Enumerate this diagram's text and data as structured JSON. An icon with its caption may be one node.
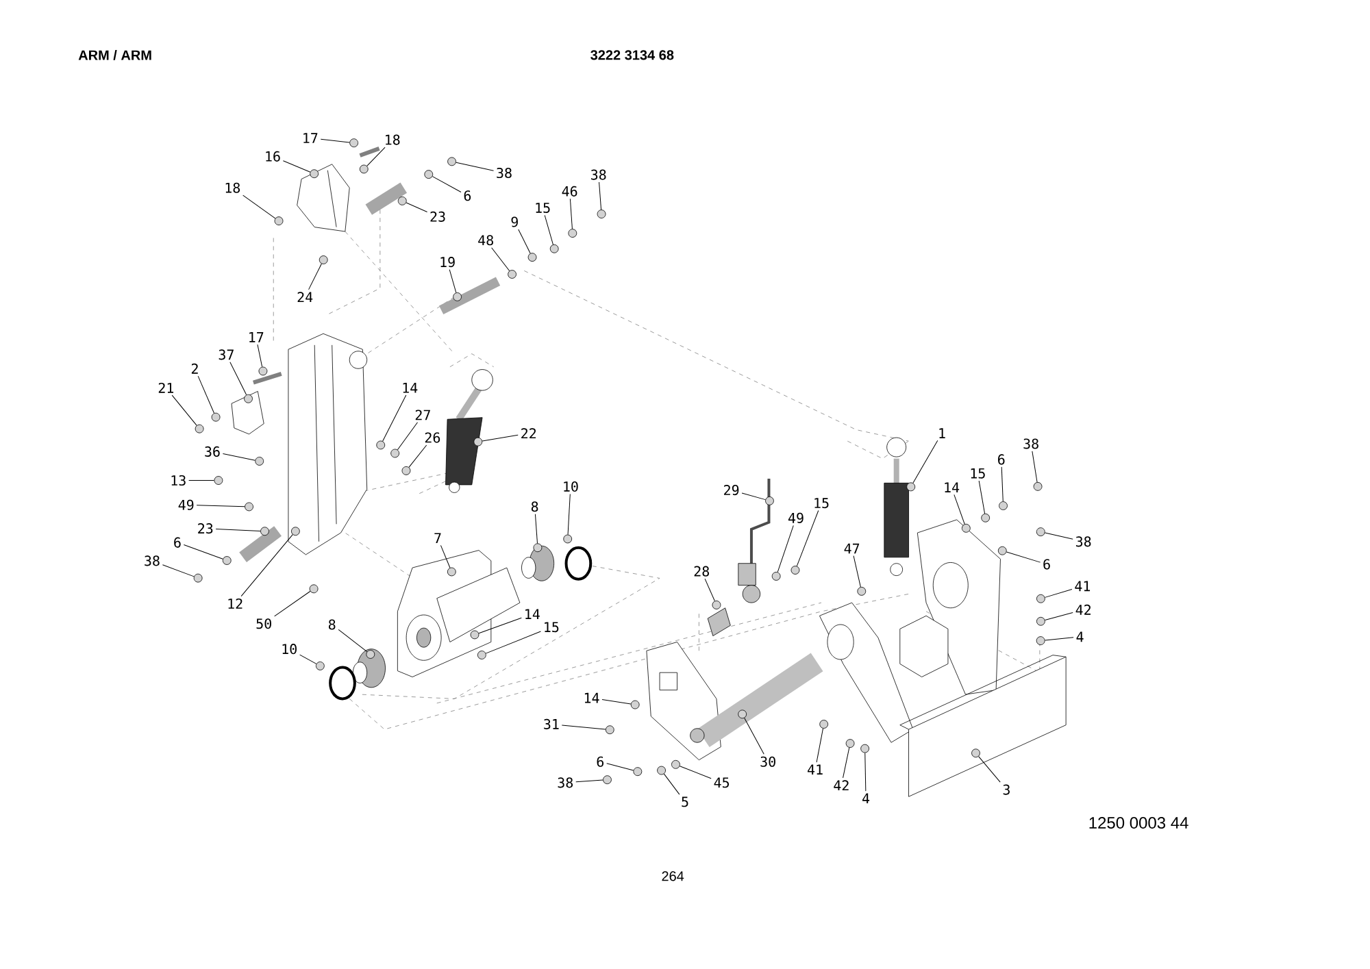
{
  "diagram": {
    "title": "ARM / ARM",
    "nodes": [
      {
        "text": [
          "17"
        ]
      },
      {
        "text": [
          "18"
        ]
      },
      {
        "text": [
          "16"
        ]
      },
      {
        "text": [
          "38"
        ]
      },
      {
        "text": [
          "6"
        ]
      },
      {
        "text": [
          "18"
        ]
      },
      {
        "text": [
          "23"
        ]
      },
      {
        "text": [
          "38"
        ]
      },
      {
        "text": [
          "46"
        ]
      },
      {
        "text": [
          "15"
        ]
      },
      {
        "text": [
          "9"
        ]
      },
      {
        "text": [
          "48"
        ]
      },
      {
        "text": [
          "19"
        ]
      },
      {
        "text": [
          "24"
        ]
      },
      {
        "text": [
          "17"
        ]
      },
      {
        "text": [
          "37"
        ]
      },
      {
        "text": [
          "2"
        ]
      },
      {
        "text": [
          "21"
        ]
      },
      {
        "text": [
          "14"
        ]
      },
      {
        "text": [
          "27"
        ]
      },
      {
        "text": [
          "26"
        ]
      },
      {
        "text": [
          "22"
        ]
      },
      {
        "text": [
          "36"
        ]
      },
      {
        "text": [
          "13"
        ]
      },
      {
        "text": [
          "49"
        ]
      },
      {
        "text": [
          "23"
        ]
      },
      {
        "text": [
          "6"
        ]
      },
      {
        "text": [
          "38"
        ]
      },
      {
        "text": [
          "12"
        ]
      },
      {
        "text": [
          "50"
        ]
      },
      {
        "text": [
          "7"
        ]
      },
      {
        "text": [
          "8"
        ]
      },
      {
        "text": [
          "10"
        ]
      },
      {
        "text": [
          "14"
        ]
      },
      {
        "text": [
          "15"
        ]
      },
      {
        "text": [
          "8"
        ]
      },
      {
        "text": [
          "10"
        ]
      },
      {
        "text": [
          "29"
        ]
      },
      {
        "text": [
          "49"
        ]
      },
      {
        "text": [
          "15"
        ]
      },
      {
        "text": [
          "28"
        ]
      },
      {
        "text": [
          "47"
        ]
      },
      {
        "text": [
          "1"
        ]
      },
      {
        "text": [
          "14"
        ]
      },
      {
        "text": [
          "15"
        ]
      },
      {
        "text": [
          "6"
        ]
      },
      {
        "text": [
          "38"
        ]
      },
      {
        "text": [
          "38"
        ]
      },
      {
        "text": [
          "6"
        ]
      },
      {
        "text": [
          "41"
        ]
      },
      {
        "text": [
          "42"
        ]
      },
      {
        "text": [
          "4"
        ]
      },
      {
        "text": [
          "14"
        ]
      },
      {
        "text": [
          "31"
        ]
      },
      {
        "text": [
          "30"
        ]
      },
      {
        "text": [
          "6"
        ]
      },
      {
        "text": [
          "38"
        ]
      },
      {
        "text": [
          "5"
        ]
      },
      {
        "text": [
          "45"
        ]
      },
      {
        "text": [
          "41"
        ]
      },
      {
        "text": [
          "42"
        ]
      },
      {
        "text": [
          "4"
        ]
      },
      {
        "text": [
          "3"
        ]
      },
      {
        "text": [],
        "shape": "circle"
      },
      {
        "text": [],
        "shape": "circle"
      },
      {
        "text": [],
        "shape": "circle"
      },
      {
        "text": [],
        "shape": "circle"
      },
      {
        "text": [],
        "shape": "circle"
      },
      {
        "text": [],
        "shape": "circle"
      },
      {
        "text": [],
        "shape": "circle"
      },
      {
        "text": [],
        "shape": "circle"
      },
      {
        "text": [],
        "shape": "circle"
      },
      {
        "text": [],
        "shape": "circle"
      },
      {
        "text": [],
        "shape": "circle"
      },
      {
        "text": [],
        "shape": "circle"
      },
      {
        "text": [],
        "shape": "circle"
      },
      {
        "text": [],
        "shape": "circle"
      },
      {
        "text": [],
        "shape": "circle"
      },
      {
        "text": [],
        "shape": "circle"
      },
      {
        "text": [],
        "shape": "circle"
      },
      {
        "text": [],
        "shape": "circle"
      },
      {
        "text": [],
        "shape": "circle"
      },
      {
        "text": [],
        "shape": "circle"
      },
      {
        "text": [],
        "shape": "circle"
      },
      {
        "text": [],
        "shape": "circle"
      },
      {
        "text": [],
        "shape": "circle"
      },
      {
        "text": [],
        "shape": "circle"
      },
      {
        "text": [],
        "shape": "circle"
      },
      {
        "text": [],
        "shape": "circle"
      },
      {
        "text": [],
        "shape": "circle"
      },
      {
        "text": [],
        "shape": "circle"
      },
      {
        "text": [],
        "shape": "circle"
      },
      {
        "text": [],
        "shape": "circle"
      },
      {
        "text": [],
        "shape": "circle"
      },
      {
        "text": [],
        "shape": "circle"
      },
      {
        "text": [],
        "shape": "circle"
      },
      {
        "text": [],
        "shape": "circle"
      },
      {
        "text": [],
        "shape": "circle"
      },
      {
        "text": [],
        "shape": "circle"
      },
      {
        "text": [],
        "shape": "circle"
      },
      {
        "text": [],
        "shape": "circle"
      },
      {
        "text": [],
        "shape": "circle"
      },
      {
        "text": [],
        "shape": "circle"
      },
      {
        "text": [],
        "shape": "circle"
      },
      {
        "text": [],
        "shape": "circle"
      },
      {
        "text": [],
        "shape": "circle"
      },
      {
        "text": [],
        "shape": "circle"
      },
      {
        "text": [],
        "shape": "circle"
      },
      {
        "text": [],
        "shape": "circle"
      },
      {
        "text": [],
        "shape": "circle"
      },
      {
        "text": [],
        "shape": "circle"
      },
      {
        "text": [],
        "shape": "circle"
      },
      {
        "text": [],
        "shape": "circle"
      },
      {
        "text": [],
        "shape": "circle"
      },
      {
        "text": [],
        "shape": "circle"
      },
      {
        "text": [],
        "shape": "circle"
      },
      {
        "text": [],
        "shape": "circle"
      },
      {
        "text": [],
        "shape": "circle"
      },
      {
        "text": [],
        "shape": "circle"
      },
      {
        "text": [],
        "shape": "circle"
      },
      {
        "text": [],
        "shape": "circle"
      },
      {
        "text": [],
        "shape": "circle"
      },
      {
        "text": [],
        "shape": "circle"
      },
      {
        "text": [],
        "shape": "circle"
      },
      {
        "text": [],
        "shape": "circle"
      },
      {
        "text": [],
        "shape": "circle"
      }
    ],
    "edges": [
      {
        "from": 0,
        "to": 63,
        "arrow": "none"
      },
      {
        "from": 1,
        "to": 64,
        "arrow": "none"
      },
      {
        "from": 2,
        "to": 65,
        "arrow": "none"
      },
      {
        "from": 3,
        "to": 66,
        "arrow": "none"
      },
      {
        "from": 4,
        "to": 67,
        "arrow": "none"
      },
      {
        "from": 5,
        "to": 68,
        "arrow": "none"
      },
      {
        "from": 6,
        "to": 69,
        "arrow": "none"
      },
      {
        "from": 7,
        "to": 70,
        "arrow": "none"
      },
      {
        "from": 8,
        "to": 71,
        "arrow": "none"
      },
      {
        "from": 9,
        "to": 72,
        "arrow": "none"
      },
      {
        "from": 10,
        "to": 73,
        "arrow": "none"
      },
      {
        "from": 11,
        "to": 74,
        "arrow": "none"
      },
      {
        "from": 12,
        "to": 75,
        "arrow": "none"
      },
      {
        "from": 13,
        "to": 76,
        "arrow": "none"
      },
      {
        "from": 14,
        "to": 77,
        "arrow": "none"
      },
      {
        "from": 15,
        "to": 78,
        "arrow": "none"
      },
      {
        "from": 16,
        "to": 79,
        "arrow": "none"
      },
      {
        "from": 17,
        "to": 80,
        "arrow": "none"
      },
      {
        "from": 18,
        "to": 81,
        "arrow": "none"
      },
      {
        "from": 19,
        "to": 82,
        "arrow": "none"
      },
      {
        "from": 20,
        "to": 83,
        "arrow": "none"
      },
      {
        "from": 21,
        "to": 84,
        "arrow": "none"
      },
      {
        "from": 22,
        "to": 85,
        "arrow": "none"
      },
      {
        "from": 23,
        "to": 86,
        "arrow": "none"
      },
      {
        "from": 24,
        "to": 87,
        "arrow": "none"
      },
      {
        "from": 25,
        "to": 88,
        "arrow": "none"
      },
      {
        "from": 26,
        "to": 89,
        "arrow": "none"
      },
      {
        "from": 27,
        "to": 90,
        "arrow": "none"
      },
      {
        "from": 28,
        "to": 91,
        "arrow": "none"
      },
      {
        "from": 29,
        "to": 92,
        "arrow": "none"
      },
      {
        "from": 30,
        "to": 93,
        "arrow": "none"
      },
      {
        "from": 31,
        "to": 94,
        "arrow": "none"
      },
      {
        "from": 32,
        "to": 95,
        "arrow": "none"
      },
      {
        "from": 33,
        "to": 96,
        "arrow": "none"
      },
      {
        "from": 34,
        "to": 97,
        "arrow": "none"
      },
      {
        "from": 35,
        "to": 98,
        "arrow": "none"
      },
      {
        "from": 36,
        "to": 99,
        "arrow": "none"
      },
      {
        "from": 37,
        "to": 100,
        "arrow": "none"
      },
      {
        "from": 38,
        "to": 101,
        "arrow": "none"
      },
      {
        "from": 39,
        "to": 102,
        "arrow": "none"
      },
      {
        "from": 40,
        "to": 103,
        "arrow": "none"
      },
      {
        "from": 41,
        "to": 104,
        "arrow": "none"
      },
      {
        "from": 42,
        "to": 105,
        "arrow": "none"
      },
      {
        "from": 43,
        "to": 106,
        "arrow": "none"
      },
      {
        "from": 44,
        "to": 107,
        "arrow": "none"
      },
      {
        "from": 45,
        "to": 108,
        "arrow": "none"
      },
      {
        "from": 46,
        "to": 109,
        "arrow": "none"
      },
      {
        "from": 47,
        "to": 110,
        "arrow": "none"
      },
      {
        "from": 48,
        "to": 111,
        "arrow": "none"
      },
      {
        "from": 49,
        "to": 112,
        "arrow": "none"
      },
      {
        "from": 50,
        "to": 113,
        "arrow": "none"
      },
      {
        "from": 51,
        "to": 114,
        "arrow": "none"
      },
      {
        "from": 52,
        "to": 115,
        "arrow": "none"
      },
      {
        "from": 53,
        "to": 116,
        "arrow": "none"
      },
      {
        "from": 54,
        "to": 117,
        "arrow": "none"
      },
      {
        "from": 55,
        "to": 118,
        "arrow": "none"
      },
      {
        "from": 56,
        "to": 119,
        "arrow": "none"
      },
      {
        "from": 57,
        "to": 120,
        "arrow": "none"
      },
      {
        "from": 58,
        "to": 121,
        "arrow": "none"
      },
      {
        "from": 59,
        "to": 122,
        "arrow": "none"
      },
      {
        "from": 60,
        "to": 123,
        "arrow": "none"
      },
      {
        "from": 61,
        "to": 124,
        "arrow": "none"
      },
      {
        "from": 62,
        "to": 125,
        "arrow": "none"
      }
    ],
    "labels": [
      "3222 3134 68",
      "1250 0003 44",
      "264"
    ]
  }
}
